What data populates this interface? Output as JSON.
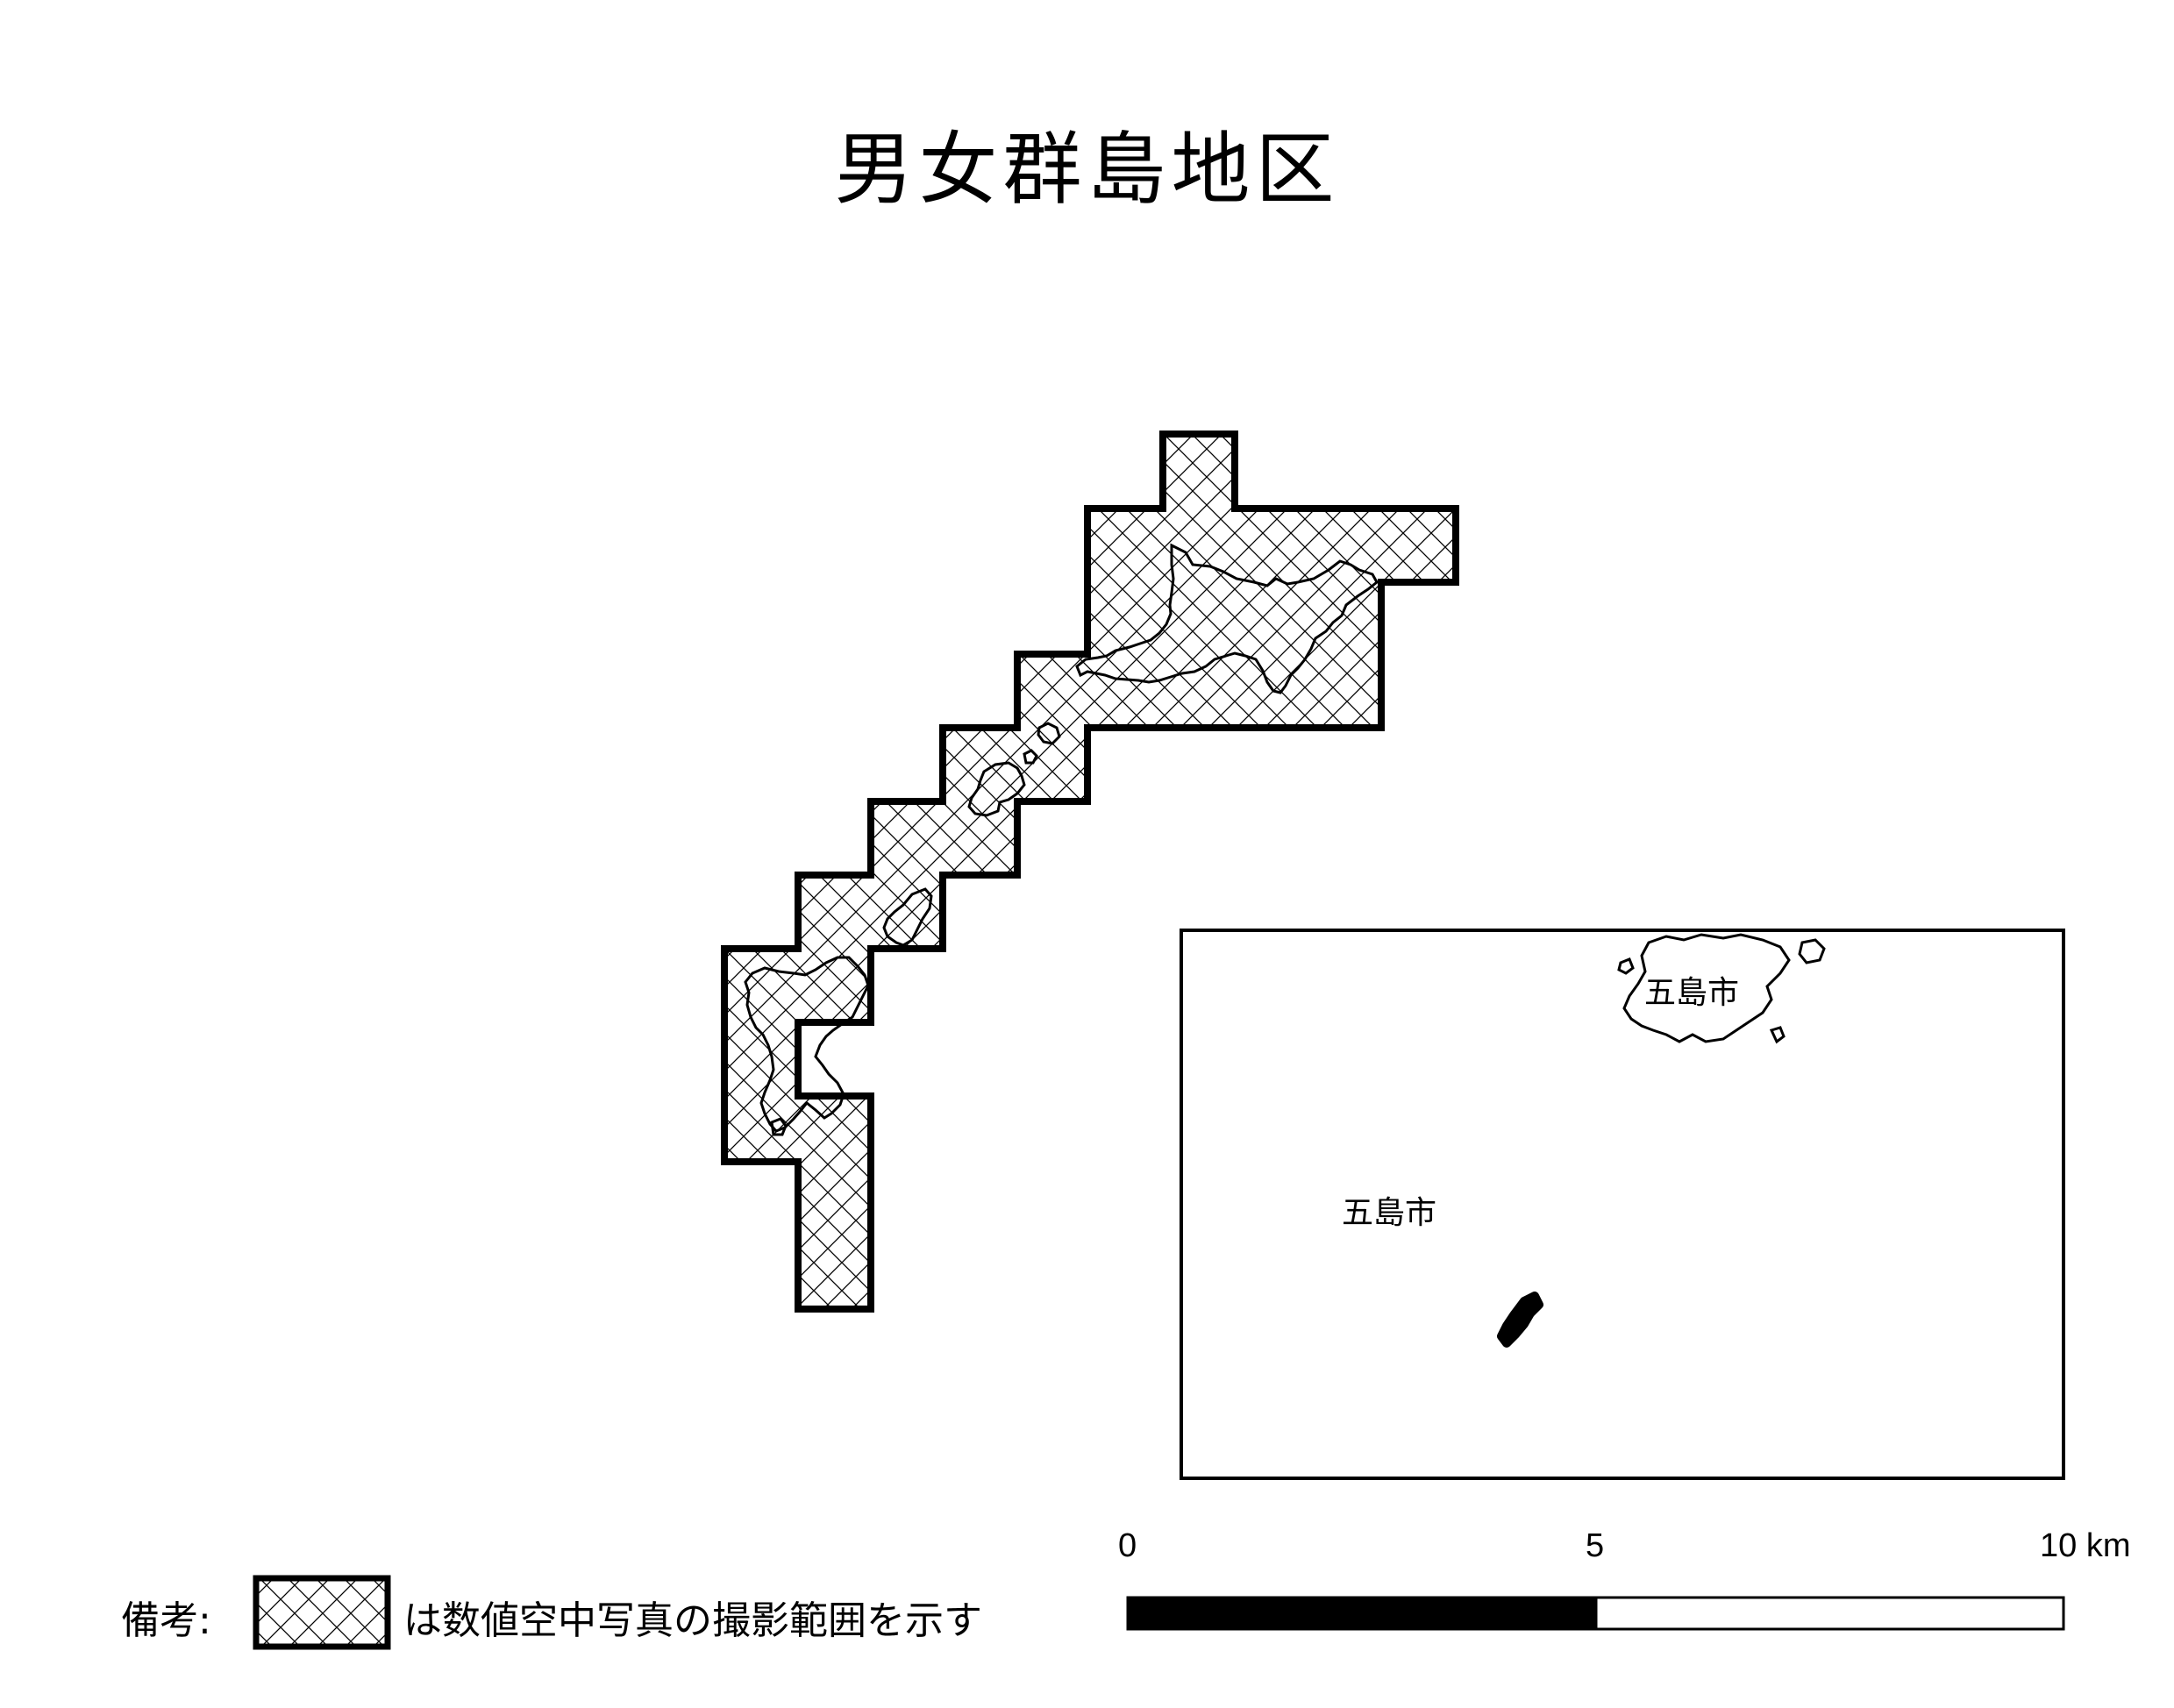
{
  "map": {
    "title": "男女群島地区"
  },
  "inset": {
    "labels": [
      {
        "text": "五島市"
      },
      {
        "text": "五島市"
      }
    ]
  },
  "scale_bar": {
    "ticks": [
      "0",
      "5",
      "10 km"
    ],
    "colors": [
      "#000000",
      "#ffffff"
    ]
  },
  "legend": {
    "prefix": "備考:",
    "text": "は数値空中写真の撮影範囲を示す",
    "pattern": "crosshatch"
  }
}
